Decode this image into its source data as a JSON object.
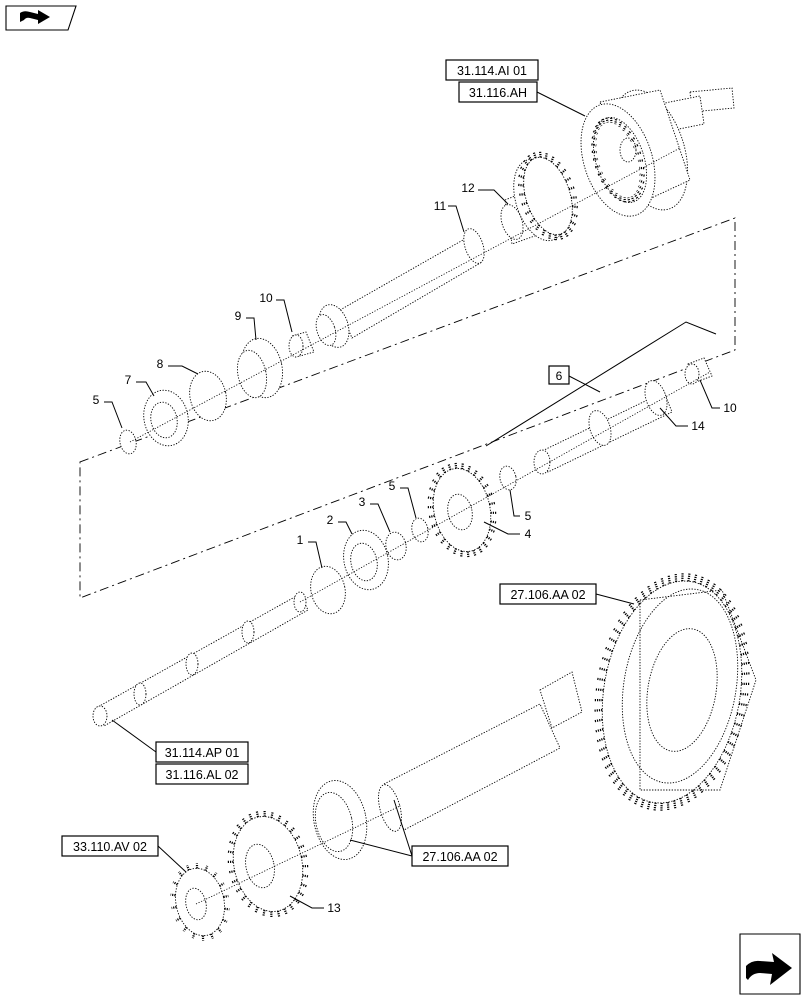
{
  "diagram": {
    "ref_labels": {
      "planetary_top": "31.114.AI 01",
      "planetary_bottom": "31.116.AH",
      "bevel_ring": "27.106.AA 02",
      "input_shaft_top": "31.114.AP 01",
      "input_shaft_bottom": "31.116.AL 02",
      "pinion": "27.106.AA 02",
      "small_gear": "33.110.AV 02"
    },
    "callouts": {
      "c1": "1",
      "c2": "2",
      "c3": "3",
      "c4": "4",
      "c5a": "5",
      "c5b": "5",
      "c5c": "5",
      "c6": "6",
      "c7": "7",
      "c8": "8",
      "c9": "9",
      "c10a": "10",
      "c10b": "10",
      "c11": "11",
      "c12": "12",
      "c13": "13",
      "c14": "14"
    },
    "icons": {
      "top_left": "book-arrow-icon",
      "bottom_right": "next-page-arrow-icon"
    }
  }
}
